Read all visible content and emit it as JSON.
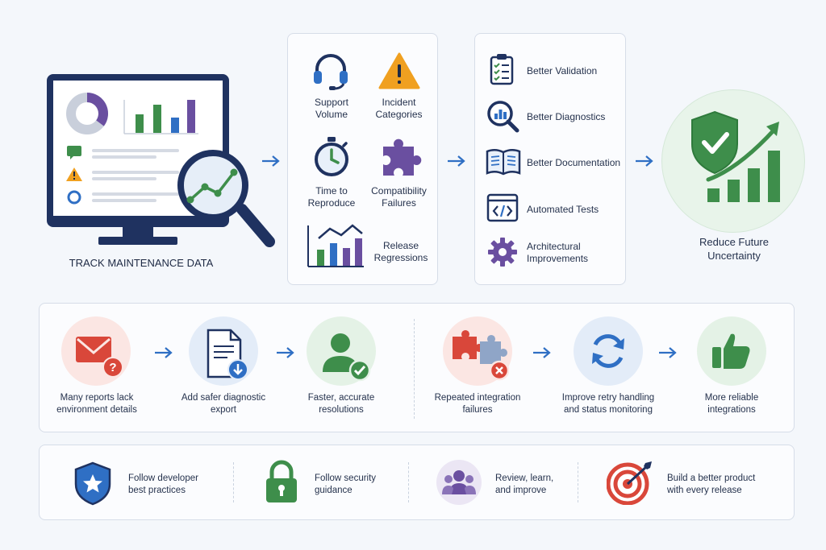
{
  "track": {
    "title": "TRACK MAINTENANCE DATA"
  },
  "metrics": [
    {
      "label": "Support\nVolume",
      "icon": "headset-icon"
    },
    {
      "label": "Incident\nCategories",
      "icon": "warning-icon"
    },
    {
      "label": "Time to\nReproduce",
      "icon": "stopwatch-icon"
    },
    {
      "label": "Compatibility\nFailures",
      "icon": "puzzle-icon"
    },
    {
      "label": "Release\nRegressions",
      "icon": "chart-icon"
    }
  ],
  "improvements": [
    {
      "label": "Better Validation",
      "icon": "checklist-icon"
    },
    {
      "label": "Better Diagnostics",
      "icon": "magnifier-chart-icon"
    },
    {
      "label": "Better Documentation",
      "icon": "book-icon"
    },
    {
      "label": "Automated Tests",
      "icon": "code-window-icon"
    },
    {
      "label": "Architectural\nImprovements",
      "icon": "gear-icon"
    }
  ],
  "outcome": {
    "label": "Reduce Future\nUncertainty",
    "icon": "shield-growth-icon"
  },
  "flow1": [
    {
      "label": "Many reports lack\nenvironment details",
      "icon": "mail-question-icon"
    },
    {
      "label": "Add safer diagnostic\nexport",
      "icon": "document-download-icon"
    },
    {
      "label": "Faster, accurate\nresolutions",
      "icon": "user-check-icon"
    }
  ],
  "flow2": [
    {
      "label": "Repeated integration\nfailures",
      "icon": "puzzle-error-icon"
    },
    {
      "label": "Improve retry handling\nand status monitoring",
      "icon": "refresh-icon"
    },
    {
      "label": "More reliable\nintegrations",
      "icon": "thumbs-up-icon"
    }
  ],
  "practices": [
    {
      "label": "Follow developer\nbest practices",
      "icon": "shield-star-icon"
    },
    {
      "label": "Follow security\nguidance",
      "icon": "padlock-icon"
    },
    {
      "label": "Review, learn,\nand improve",
      "icon": "team-icon"
    },
    {
      "label": "Build a better product\nwith every release",
      "icon": "target-icon"
    }
  ],
  "colors": {
    "blue": "#2f6fc4",
    "green": "#3e8e4b",
    "purple": "#6a4fa0",
    "orange": "#f0a020",
    "red": "#d9473a"
  }
}
